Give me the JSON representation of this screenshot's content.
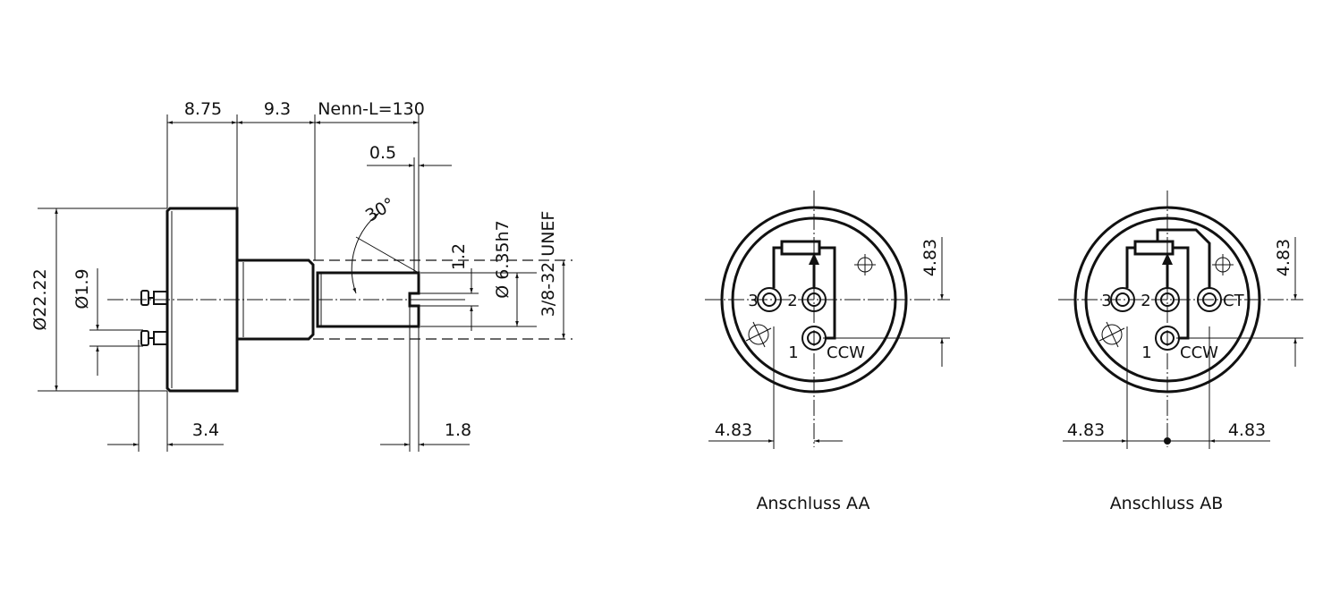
{
  "side_view": {
    "dim_body_length": "8.75",
    "dim_bushing_length": "9.3",
    "dim_nominal_length": "Nenn-L=130",
    "dim_shaft_offset": "0.5",
    "dim_body_diameter": "Ø22.22",
    "dim_pin_diameter": "Ø1.9",
    "dim_pin_length": "3.4",
    "dim_slot_depth": "1.8",
    "dim_angle": "30°",
    "dim_slot_width": "1.2",
    "dim_shaft_diameter": "Ø 6.35h7",
    "dim_thread": "3/8-32  UNEF"
  },
  "connection_aa": {
    "title": "Anschluss AA",
    "pin_3": "3",
    "pin_2": "2",
    "pin_1": "1",
    "ccw_label": "CCW",
    "dim_vertical": "4.83",
    "dim_horizontal": "4.83"
  },
  "connection_ab": {
    "title": "Anschluss AB",
    "pin_3": "3",
    "pin_2": "2",
    "pin_1": "1",
    "ct_label": "CT",
    "ccw_label": "CCW",
    "dim_vertical": "4.83",
    "dim_horizontal_left": "4.83",
    "dim_horizontal_right": "4.83"
  }
}
